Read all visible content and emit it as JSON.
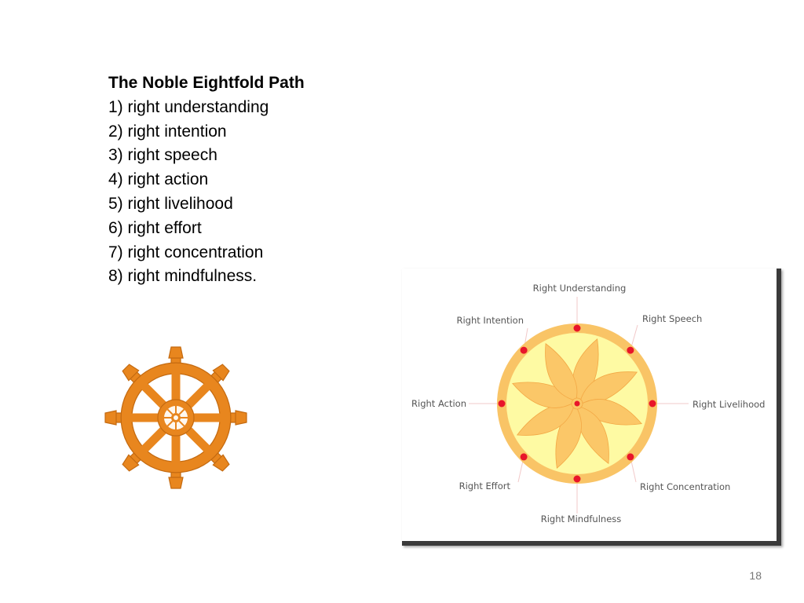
{
  "slide": {
    "title": "The Noble Eightfold Path",
    "items": [
      "1) right understanding",
      "2) right intention",
      "3) right speech",
      "4) right action",
      "5) right livelihood",
      "6) right effort",
      "7) right concentration",
      "8) right mindfulness."
    ],
    "page_number": "18"
  },
  "diagram": {
    "labels": {
      "top": "Right Understanding",
      "top_right": "Right Speech",
      "right": "Right Livelihood",
      "bottom_right": "Right Concentration",
      "bottom": "Right Mindfulness",
      "bottom_left": "Right Effort",
      "left": "Right Action",
      "top_left": "Right Intention"
    }
  },
  "colors": {
    "wheel_orange": "#e8861e",
    "wheel_stroke": "#c46a10",
    "disc_outer": "#f9c466",
    "disc_inner": "#fefaa3",
    "petal": "#fbc768",
    "dot_red": "#e8152a",
    "figure_border": "#3a3a3a"
  }
}
